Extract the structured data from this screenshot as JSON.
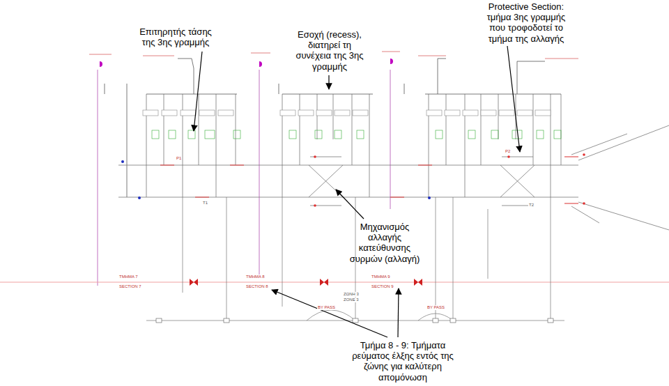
{
  "diagram": {
    "labels": [
      "Επιτηρητής τάσης της 3ης γραμμής",
      "Εσοχή (recess), διατηρεί τη συνέχεια της 3ης γραμμής",
      "Protective Section: τμήμα 3ης γραμμής που τροφοδοτεί το τμήμα της αλλαγής",
      "Μηχανισμός αλλαγής κατεύθυνσης συρμών (αλλαγή)",
      "Τμήμα 8 - 9: Τμήματα ρεύματος έλξης εντός της ζώνης για καλύτερη απομόνωση",
      "ΤΜΗΜΑ 7",
      "SECTION 7",
      "ΤΜΗΜΑ 8",
      "SECTION 8",
      "ΤΜΗΜΑ 9",
      "SECTION 9",
      "ΖΩΝΗ 3",
      "ZONE 3",
      "BY PASS",
      "BY PASS",
      "T1",
      "T2",
      "P1",
      "P2"
    ]
  }
}
